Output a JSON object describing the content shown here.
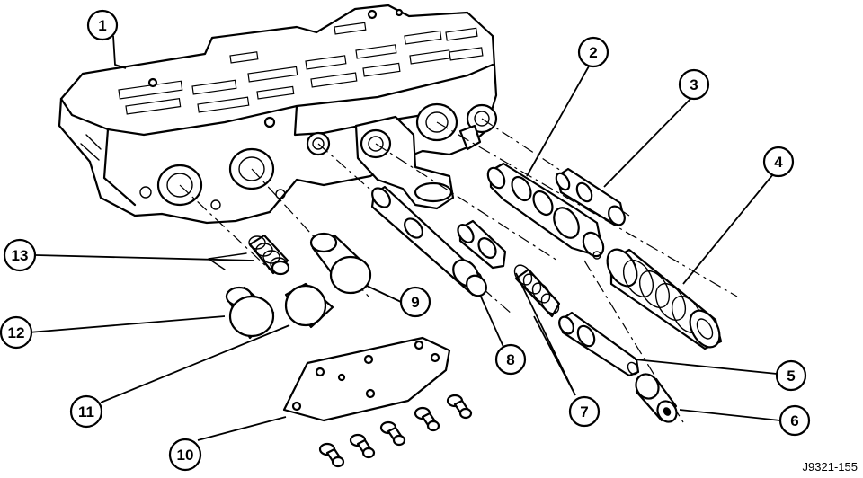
{
  "figure": {
    "id_label": "J9321-155"
  },
  "callouts": [
    {
      "id": "1",
      "label": "1"
    },
    {
      "id": "2",
      "label": "2"
    },
    {
      "id": "3",
      "label": "3"
    },
    {
      "id": "4",
      "label": "4"
    },
    {
      "id": "5",
      "label": "5"
    },
    {
      "id": "6",
      "label": "6"
    },
    {
      "id": "7",
      "label": "7"
    },
    {
      "id": "8",
      "label": "8"
    },
    {
      "id": "9",
      "label": "9"
    },
    {
      "id": "10",
      "label": "10"
    },
    {
      "id": "11",
      "label": "11"
    },
    {
      "id": "12",
      "label": "12"
    },
    {
      "id": "13",
      "label": "13"
    }
  ],
  "colors": {
    "ink": "#000000",
    "paper": "#ffffff"
  }
}
